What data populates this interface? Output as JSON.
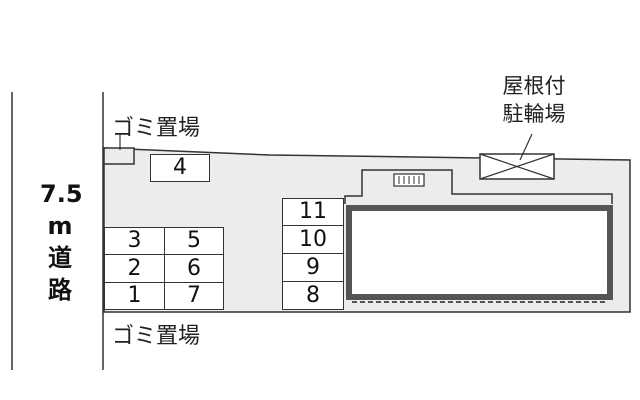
{
  "road": {
    "width_label": "7.5",
    "unit_label": "m",
    "char1": "道",
    "char2": "路"
  },
  "labels": {
    "garbage_top": "ゴミ置場",
    "garbage_bottom": "ゴミ置場",
    "bicycle_line1": "屋根付",
    "bicycle_line2": "駐輪場"
  },
  "parking": {
    "top": "4",
    "left_col_a": [
      "3",
      "2",
      "1"
    ],
    "left_col_b": [
      "5",
      "6",
      "7"
    ],
    "center_col": [
      "11",
      "10",
      "9",
      "8"
    ]
  },
  "colors": {
    "lot": "#ececec",
    "building": "#555555",
    "lines": "#333333"
  }
}
